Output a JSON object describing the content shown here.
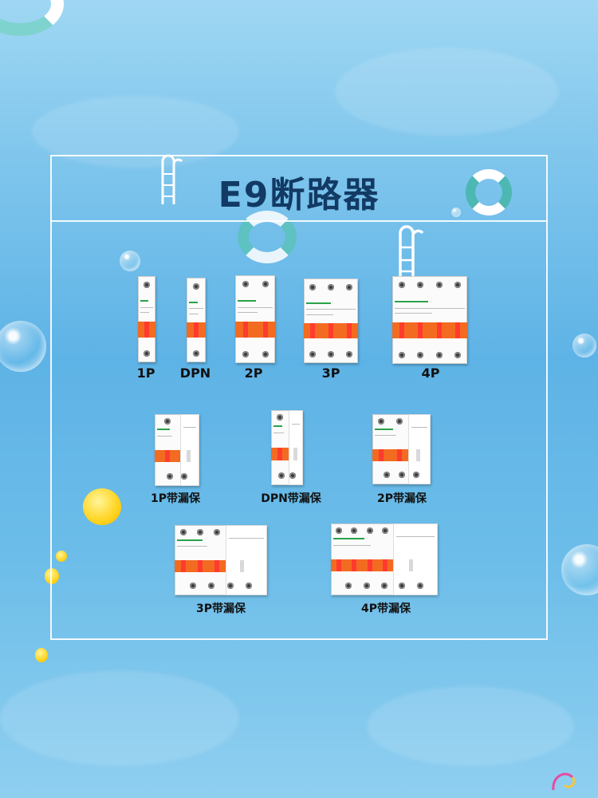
{
  "title": "E9断路器",
  "row1": [
    {
      "label": "1P"
    },
    {
      "label": "DPN"
    },
    {
      "label": "2P"
    },
    {
      "label": "3P"
    },
    {
      "label": "4P"
    }
  ],
  "row2": [
    {
      "label": "1P带漏保"
    },
    {
      "label": "DPN带漏保"
    },
    {
      "label": "2P带漏保"
    }
  ],
  "row3": [
    {
      "label": "3P带漏保"
    },
    {
      "label": "4P带漏保"
    }
  ],
  "colors": {
    "orange": "#f36b21",
    "title": "#123a64",
    "water": "#6cbde9"
  }
}
